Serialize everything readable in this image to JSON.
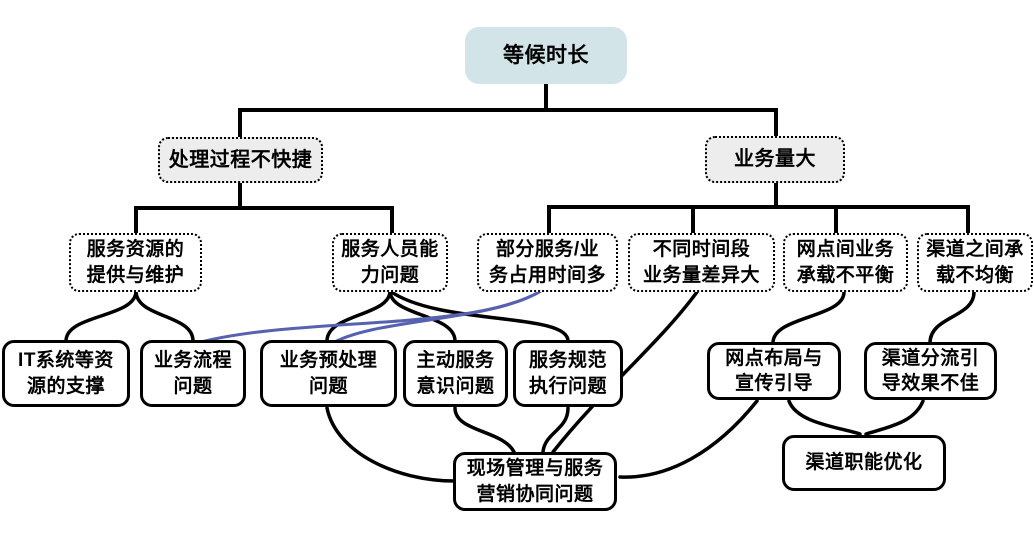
{
  "colors": {
    "root_fill": "#d3e4e8",
    "branch_fill": "#ededed",
    "leaf_fill": "#ffffff",
    "line": "#000000",
    "highlight_line": "#5661b0",
    "text": "#000000"
  },
  "nodes": {
    "waiting_time": "等候时长",
    "process_not_fast": "处理过程不快捷",
    "business_volume": "业务量大",
    "service_resource": "服务资源的\n提供与维护",
    "staff_capability": "服务人员能\n力问题",
    "service_time_occupancy": "部分服务/业\n务占用时间多",
    "time_period_variance": "不同时间段\n业务量差异大",
    "branch_load_imbalance": "网点间业务\n承载不平衡",
    "channel_load_imbalance": "渠道之间承\n载不均衡",
    "it_system_support": "IT系统等资\n源的支撑",
    "business_process": "业务流程\n问题",
    "preprocessing": "业务预处理\n问题",
    "proactive_awareness": "主动服务\n意识问题",
    "service_standard": "服务规范\n执行问题",
    "branch_layout": "网点布局与\n宣传引导",
    "channel_diversion": "渠道分流引\n导效果不佳",
    "onsite_management": "现场管理与服务\n营销协同问题",
    "channel_function": "渠道职能优化"
  },
  "edges": [
    {
      "from": "waiting_time",
      "to": "process_not_fast",
      "style": "black"
    },
    {
      "from": "waiting_time",
      "to": "business_volume",
      "style": "black"
    },
    {
      "from": "process_not_fast",
      "to": "service_resource",
      "style": "black"
    },
    {
      "from": "process_not_fast",
      "to": "staff_capability",
      "style": "black"
    },
    {
      "from": "business_volume",
      "to": "service_time_occupancy",
      "style": "black"
    },
    {
      "from": "business_volume",
      "to": "time_period_variance",
      "style": "black"
    },
    {
      "from": "business_volume",
      "to": "branch_load_imbalance",
      "style": "black"
    },
    {
      "from": "business_volume",
      "to": "channel_load_imbalance",
      "style": "black"
    },
    {
      "from": "service_resource",
      "to": "it_system_support",
      "style": "black"
    },
    {
      "from": "service_resource",
      "to": "business_process",
      "style": "black"
    },
    {
      "from": "staff_capability",
      "to": "preprocessing",
      "style": "black"
    },
    {
      "from": "staff_capability",
      "to": "proactive_awareness",
      "style": "black"
    },
    {
      "from": "staff_capability",
      "to": "service_standard",
      "style": "black"
    },
    {
      "from": "service_time_occupancy",
      "to": "business_process",
      "style": "blue"
    },
    {
      "from": "service_time_occupancy",
      "to": "preprocessing",
      "style": "blue"
    },
    {
      "from": "time_period_variance",
      "to": "onsite_management",
      "style": "black"
    },
    {
      "from": "branch_load_imbalance",
      "to": "branch_layout",
      "style": "black"
    },
    {
      "from": "channel_load_imbalance",
      "to": "channel_diversion",
      "style": "black"
    },
    {
      "from": "preprocessing",
      "to": "onsite_management",
      "style": "black"
    },
    {
      "from": "proactive_awareness",
      "to": "onsite_management",
      "style": "black"
    },
    {
      "from": "service_standard",
      "to": "onsite_management",
      "style": "black"
    },
    {
      "from": "branch_layout",
      "to": "onsite_management",
      "style": "black"
    },
    {
      "from": "branch_layout",
      "to": "channel_function",
      "style": "black"
    },
    {
      "from": "channel_diversion",
      "to": "channel_function",
      "style": "black"
    }
  ]
}
